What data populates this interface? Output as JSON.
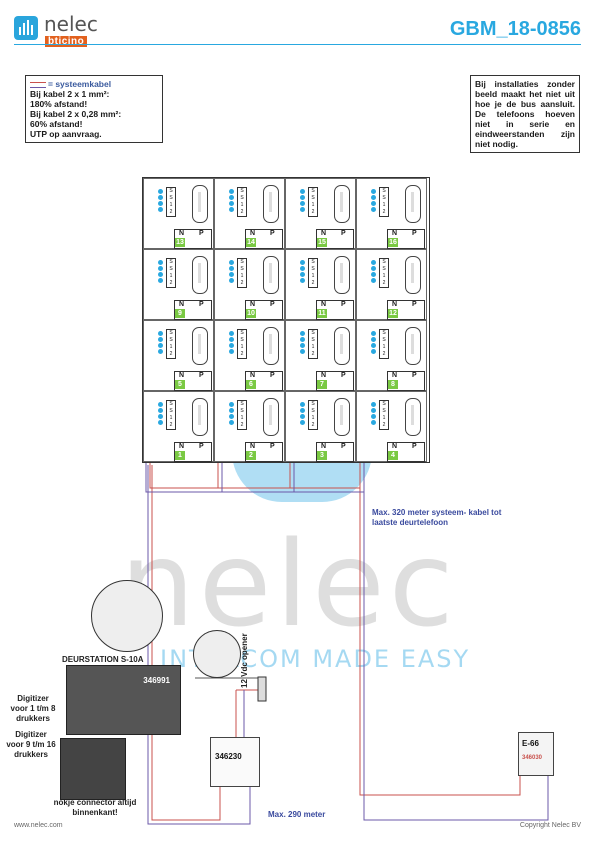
{
  "header": {
    "brand": "nelec",
    "sub_brand": "bticino",
    "doc_code": "GBM_18-0856"
  },
  "notes": {
    "left_legend": "= systeemkabel",
    "left_lines": [
      "Bij kabel 2 x 1 mm²:",
      "180% afstand!",
      "Bij kabel 2 x 0,28 mm²:",
      "60% afstand!",
      "UTP op aanvraag."
    ],
    "right_text": "Bij installaties zonder beeld maakt het niet uit hoe je de bus aansluit. De telefoons hoeven niet in serie en eindweerstanden zijn niet nodig."
  },
  "grid": {
    "col_labels": {
      "n": "N",
      "p": "P"
    },
    "term_labels": [
      "S",
      "S",
      "1",
      "2"
    ],
    "rows": [
      [
        "13",
        "14",
        "15",
        "16"
      ],
      [
        "9",
        "10",
        "11",
        "12"
      ],
      [
        "5",
        "6",
        "7",
        "8"
      ],
      [
        "1",
        "2",
        "3",
        "4"
      ]
    ]
  },
  "watermark": {
    "word": "nelec",
    "tagline": "INTERCOM MADE EASY"
  },
  "captions": {
    "max_system": "Max. 320 meter systeem- kabel tot laatste deurtelefoon",
    "max_290": "Max. 290 meter",
    "door_station": "DEURSTATION S-10A",
    "door_station_code": "346991",
    "digitizer_1": "Digitizer voor 1 t/m 8 drukkers",
    "digitizer_2": "Digitizer voor 9 t/m 16 drukkers",
    "connector_note": "nokje connector altijd binnenkant!",
    "opener": "12 Vdc opener",
    "power_code": "346230",
    "e66_label": "E-66",
    "e66_code": "346030"
  },
  "footer": {
    "left": "www.nelec.com",
    "right": "Copyright Nelec BV"
  },
  "colors": {
    "accent": "#29a8e0",
    "cable_red": "#c9524d",
    "cable_blue": "#6b58a8",
    "number_green": "#7ac943"
  }
}
